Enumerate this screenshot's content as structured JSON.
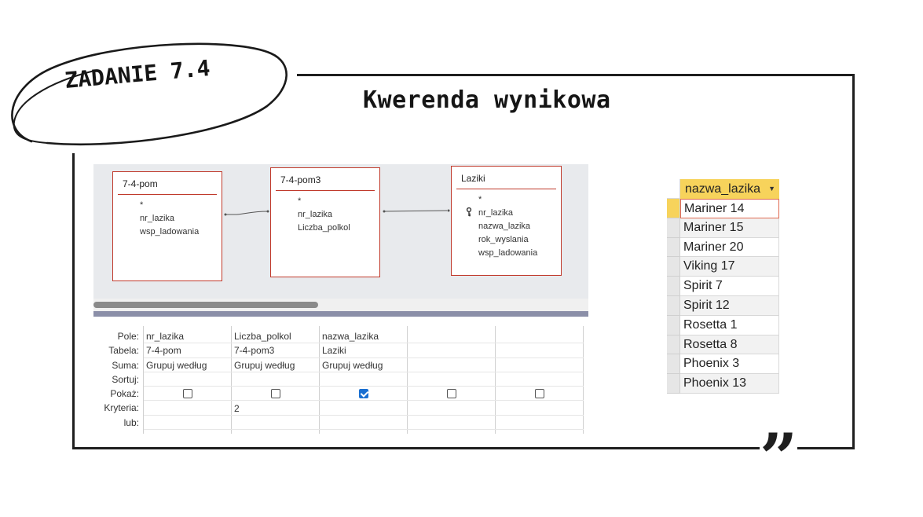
{
  "slide": {
    "badge": "ZADANIE 7.4",
    "title": "Kwerenda wynikowa",
    "quote_glyph": "”"
  },
  "tables": [
    {
      "name": "7-4-pom",
      "fields": [
        "*",
        "nr_lazika",
        "wsp_ladowania"
      ]
    },
    {
      "name": "7-4-pom3",
      "fields": [
        "*",
        "nr_lazika",
        "Liczba_polkol"
      ]
    },
    {
      "name": "Laziki",
      "fields": [
        "*",
        "nr_lazika",
        "nazwa_lazika",
        "rok_wyslania",
        "wsp_ladowania"
      ],
      "key_field": "nr_lazika"
    }
  ],
  "grid": {
    "row_labels": [
      "Pole:",
      "Tabela:",
      "Suma:",
      "Sortuj:",
      "Pokaż:",
      "Kryteria:",
      "lub:"
    ],
    "columns": [
      {
        "pole": "nr_lazika",
        "tabela": "7-4-pom",
        "suma": "Grupuj według",
        "sortuj": "",
        "pokaz": false,
        "kryteria": "",
        "lub": ""
      },
      {
        "pole": "Liczba_polkol",
        "tabela": "7-4-pom3",
        "suma": "Grupuj według",
        "sortuj": "",
        "pokaz": false,
        "kryteria": "2",
        "lub": ""
      },
      {
        "pole": "nazwa_lazika",
        "tabela": "Laziki",
        "suma": "Grupuj według",
        "sortuj": "",
        "pokaz": true,
        "kryteria": "",
        "lub": ""
      },
      {
        "pole": "",
        "tabela": "",
        "suma": "",
        "sortuj": "",
        "pokaz": false,
        "kryteria": "",
        "lub": ""
      },
      {
        "pole": "",
        "tabela": "",
        "suma": "",
        "sortuj": "",
        "pokaz": false,
        "kryteria": "",
        "lub": ""
      }
    ]
  },
  "result": {
    "header": "nazwa_lazika",
    "rows": [
      "Mariner 14",
      "Mariner 15",
      "Mariner 20",
      "Viking 17",
      "Spirit 7",
      "Spirit 12",
      "Rosetta 1",
      "Rosetta 8",
      "Phoenix 3",
      "Phoenix 13"
    ]
  },
  "colors": {
    "accent_yellow": "#f7d35b",
    "table_border": "#c0392b",
    "checkbox_blue": "#1a6fd1"
  }
}
